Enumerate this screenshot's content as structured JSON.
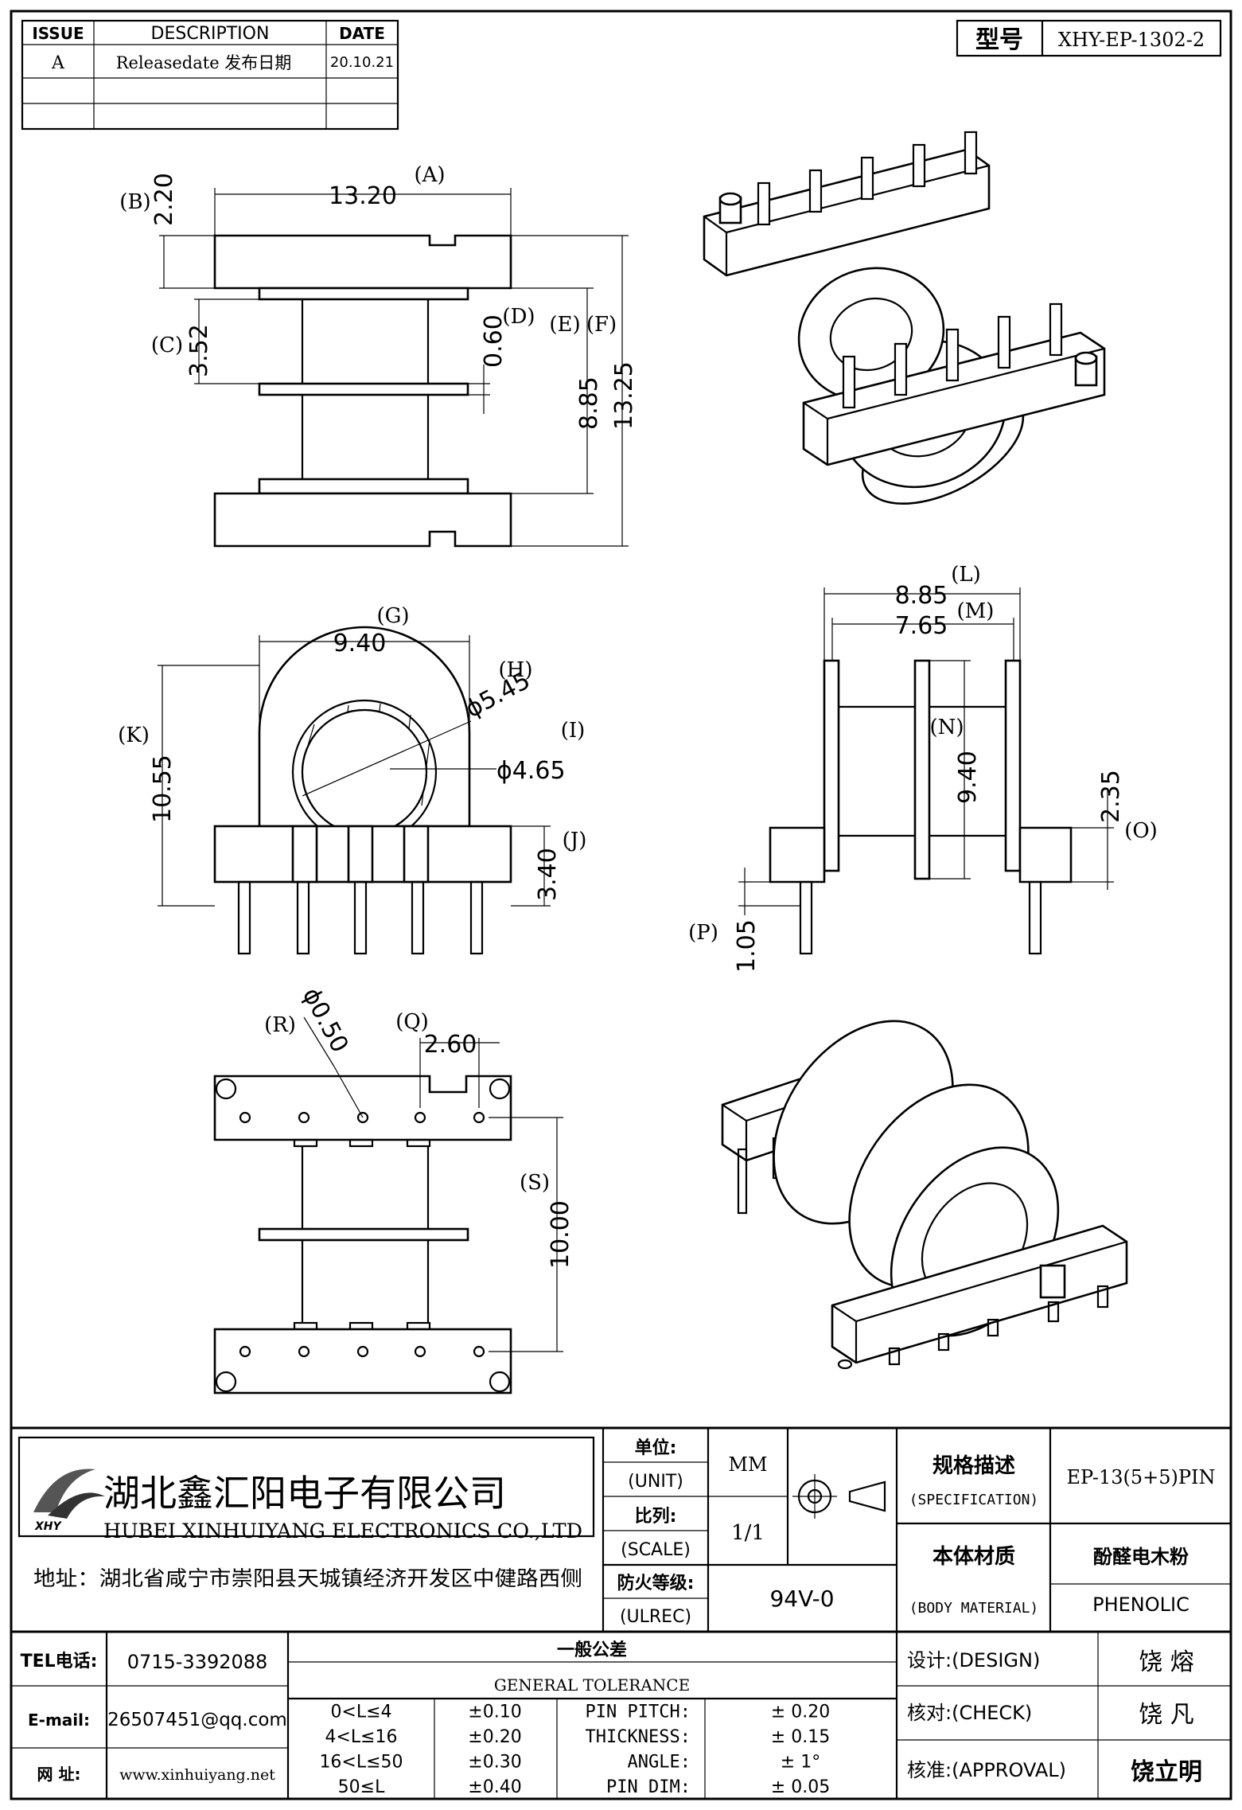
{
  "revision_table": {
    "headers": {
      "issue": "ISSUE",
      "description": "DESCRIPTION",
      "date": "DATE"
    },
    "rows": [
      {
        "issue": "A",
        "description": "Releasedate 发布日期",
        "date": "20.10.21"
      }
    ]
  },
  "model": {
    "label": "型号",
    "value": "XHY-EP-1302-2"
  },
  "front_view": {
    "A": {
      "tag": "(A)",
      "value": "13.20"
    },
    "B": {
      "tag": "(B)",
      "value": "2.20"
    },
    "C": {
      "tag": "(C)",
      "value": "3.52"
    },
    "D": {
      "tag": "(D)",
      "value": "0.60"
    },
    "E": {
      "tag": "(E)",
      "value": "8.85"
    },
    "F": {
      "tag": "(F)",
      "value": "13.25"
    }
  },
  "end_view": {
    "G": {
      "tag": "(G)",
      "value": "9.40"
    },
    "H": {
      "tag": "(H)",
      "value": "ϕ5.45"
    },
    "I": {
      "tag": "(I)",
      "value": "ϕ4.65"
    },
    "J": {
      "tag": "(J)",
      "value": "3.40"
    },
    "K": {
      "tag": "(K)",
      "value": "10.55"
    }
  },
  "side_view": {
    "L": {
      "tag": "(L)",
      "value": "8.85"
    },
    "M": {
      "tag": "(M)",
      "value": "7.65"
    },
    "N": {
      "tag": "(N)",
      "value": "9.40"
    },
    "O": {
      "tag": "(O)",
      "value": "2.35"
    },
    "P": {
      "tag": "(P)",
      "value": "1.05"
    }
  },
  "bottom_view": {
    "R": {
      "tag": "(R)",
      "value": "ϕ0.50"
    },
    "Q": {
      "tag": "(Q)",
      "value": "2.60"
    },
    "S": {
      "tag": "(S)",
      "value": "10.00"
    }
  },
  "title_block": {
    "company_cn": "湖北鑫汇阳电子有限公司",
    "company_en": "HUBEI XINHUIYANG ELECTRONICS CO.,LTD",
    "logo_text": "XHY",
    "address": "地址：湖北省咸宁市崇阳县天城镇经济开发区中健路西侧",
    "unit_cn": "单位:",
    "unit_en": "(UNIT)",
    "unit_value": "MM",
    "scale_cn": "比列:",
    "scale_en": "(SCALE)",
    "scale_value": "1/1",
    "ulrec_cn": "防火等级:",
    "ulrec_en": "(ULREC)",
    "ulrec_value": "94V-0",
    "spec_cn": "规格描述",
    "spec_en": "(SPECIFICATION)",
    "spec_value": "EP-13(5+5)PIN",
    "material_cn": "本体材质",
    "material_en": "(BODY MATERIAL)",
    "material_value_cn": "酚醛电木粉",
    "material_value_en": "PHENOLIC",
    "tel_label": "TEL电话:",
    "tel": "0715-3392088",
    "email_label": "E-mail:",
    "email": "26507451@qq.com",
    "web_label": "网  址:",
    "web": "www.xinhuiyang.net",
    "tolerance_cn": "一般公差",
    "tolerance_en": "GENERAL TOLERANCE",
    "tolerance_rows": [
      {
        "range": "0<L≤4",
        "tol": "±0.10",
        "name": "PIN PITCH:",
        "value": "± 0.20"
      },
      {
        "range": "4<L≤16",
        "tol": "±0.20",
        "name": "THICKNESS:",
        "value": "± 0.15"
      },
      {
        "range": "16<L≤50",
        "tol": "±0.30",
        "name": "ANGLE:",
        "value": "± 1°"
      },
      {
        "range": "50≤L",
        "tol": "±0.40",
        "name": "PIN DIM:",
        "value": "± 0.05"
      }
    ],
    "design_label": "设计:(DESIGN)",
    "design_name": "饶  熔",
    "check_label": "核对:(CHECK)",
    "check_name": "饶  凡",
    "approval_label": "核准:(APPROVAL)",
    "approval_name": "饶立明"
  }
}
